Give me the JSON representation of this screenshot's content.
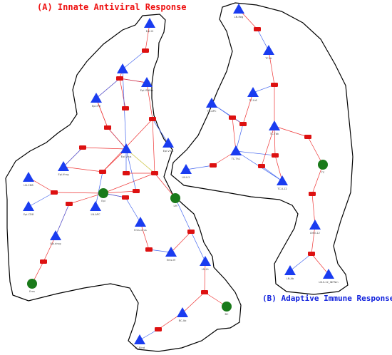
{
  "titles": {
    "innate": "(A) Innate Antiviral Response",
    "adaptive": "(B) Adaptive Immune Response"
  },
  "colors": {
    "innate_title": "#ee1111",
    "adaptive_title": "#1122dd",
    "triangle": "#1a3cf0",
    "circle": "#1a7a1a",
    "reaction": "#dd1111",
    "edge_red": "#ee3333",
    "edge_blue": "#4466ee",
    "edge_yellow": "#f2e233",
    "outline": "#000000"
  },
  "nodes": [
    {
      "id": "epi_ifr",
      "label": "Epi.Ifr",
      "shape": "triangle"
    },
    {
      "id": "epi_ifr1",
      "label": "",
      "shape": "triangle"
    },
    {
      "id": "epi_ifnr",
      "label": "Epi.IFNRm",
      "shape": "triangle"
    },
    {
      "id": "epi_ifr_l",
      "label": "Epi.IFR",
      "shape": "triangle"
    },
    {
      "id": "epi_virus",
      "label": "Epi.Vrus",
      "shape": "triangle"
    },
    {
      "id": "epi_virus2",
      "label": "Epi.Vrus",
      "shape": "triangle"
    },
    {
      "id": "epi_ifnrg",
      "label": "Epi.Ifnrg",
      "shape": "triangle"
    },
    {
      "id": "ln_cd8",
      "label": "LN.CD8",
      "shape": "triangle"
    },
    {
      "id": "epi_cd8",
      "label": "Epi.CD8",
      "shape": "triangle"
    },
    {
      "id": "epi",
      "label": "Epi",
      "shape": "circle"
    },
    {
      "id": "ln_apc",
      "label": "LN.APC",
      "shape": "triangle"
    },
    {
      "id": "lm",
      "label": "LM",
      "shape": "circle"
    },
    {
      "id": "epi_drug",
      "label": "Epi.drug",
      "shape": "triangle"
    },
    {
      "id": "ems",
      "label": "Ems",
      "shape": "circle"
    },
    {
      "id": "ems_virus",
      "label": "Ems.virus",
      "shape": "triangle"
    },
    {
      "id": "ems_ifr",
      "label": "Ems.Ifr",
      "shape": "triangle"
    },
    {
      "id": "lm_ifr",
      "label": "LM.Ifr",
      "shape": "triangle"
    },
    {
      "id": "bc",
      "label": "BC",
      "shape": "circle"
    },
    {
      "id": "bc_ab",
      "label": "BC.Ab",
      "shape": "triangle"
    },
    {
      "id": "bc_bind",
      "label": "BC.Bind",
      "shape": "triangle"
    },
    {
      "id": "ln_reg",
      "label": "LN.Reg",
      "shape": "triangle"
    },
    {
      "id": "tc_ifr",
      "label": "TC.Ifr",
      "shape": "triangle"
    },
    {
      "id": "tc_il6",
      "label": "TC.IL6",
      "shape": "triangle"
    },
    {
      "id": "tc_apc",
      "label": "TC.APC",
      "shape": "triangle"
    },
    {
      "id": "tc_tbk",
      "label": "TC.Tbk",
      "shape": "triangle"
    },
    {
      "id": "tc_th1",
      "label": "TC.Th1",
      "shape": "triangle"
    },
    {
      "id": "ln_il2",
      "label": "LN.IL2",
      "shape": "triangle"
    },
    {
      "id": "tc_il12",
      "label": "TC.IL12",
      "shape": "triangle"
    },
    {
      "id": "tc",
      "label": "TC",
      "shape": "circle"
    },
    {
      "id": "lm_il12",
      "label": "LM.IL12",
      "shape": "triangle"
    },
    {
      "id": "ln_ab",
      "label": "LN.Ab",
      "shape": "triangle"
    },
    {
      "id": "ln_il12_inf",
      "label": "LN.IL12_INFNm",
      "shape": "triangle"
    }
  ],
  "reactions": [
    {
      "id": "r1"
    },
    {
      "id": "r2"
    },
    {
      "id": "r3"
    },
    {
      "id": "r4"
    },
    {
      "id": "r5"
    },
    {
      "id": "r6"
    },
    {
      "id": "r7"
    },
    {
      "id": "r8"
    },
    {
      "id": "r9"
    },
    {
      "id": "r10"
    },
    {
      "id": "r11"
    },
    {
      "id": "r12"
    },
    {
      "id": "r13"
    },
    {
      "id": "r14"
    },
    {
      "id": "r15"
    },
    {
      "id": "r16"
    },
    {
      "id": "r17"
    },
    {
      "id": "r18"
    },
    {
      "id": "r19"
    },
    {
      "id": "r20"
    },
    {
      "id": "r21"
    },
    {
      "id": "r22"
    },
    {
      "id": "r23"
    },
    {
      "id": "r24"
    },
    {
      "id": "r25"
    },
    {
      "id": "r26"
    },
    {
      "id": "r27"
    },
    {
      "id": "r28"
    },
    {
      "id": "r29"
    }
  ],
  "edges": [
    {
      "from": "epi_ifr",
      "to": "r1",
      "color": "red"
    },
    {
      "from": "r1",
      "to": "epi_ifr1",
      "color": "blue"
    },
    {
      "from": "epi_ifr1",
      "to": "r2",
      "color": "red"
    },
    {
      "from": "r2",
      "to": "epi_ifnr",
      "color": "blue"
    },
    {
      "from": "epi_ifnr",
      "to": "r2",
      "color": "red"
    },
    {
      "from": "r2",
      "to": "r3",
      "color": "red"
    },
    {
      "from": "epi_ifr_l",
      "to": "r2",
      "color": "red"
    },
    {
      "from": "r2",
      "to": "epi_ifr_l",
      "color": "blue"
    },
    {
      "from": "epi_ifr_l",
      "to": "r4",
      "color": "red"
    },
    {
      "from": "r4",
      "to": "epi_virus",
      "color": "blue"
    },
    {
      "from": "epi_ifnr",
      "to": "r5",
      "color": "red"
    },
    {
      "from": "r5",
      "to": "epi_virus2",
      "color": "blue"
    },
    {
      "from": "epi_ifr1",
      "to": "epi_virus",
      "color": "blue"
    },
    {
      "from": "r6",
      "to": "epi_virus",
      "color": "red"
    },
    {
      "from": "epi_ifnrg",
      "to": "r6",
      "color": "red"
    },
    {
      "from": "r6",
      "to": "epi_ifnrg",
      "color": "blue"
    },
    {
      "from": "epi_virus",
      "to": "r7",
      "color": "red"
    },
    {
      "from": "r7",
      "to": "epi_ifnrg",
      "color": "red"
    },
    {
      "from": "r7",
      "to": "ln_apc",
      "color": "blue"
    },
    {
      "from": "r5",
      "to": "r7",
      "color": "red"
    },
    {
      "from": "epi_virus",
      "to": "r8",
      "color": "blue"
    },
    {
      "from": "r8",
      "to": "epi",
      "color": "red"
    },
    {
      "from": "r8",
      "to": "r5",
      "color": "red"
    },
    {
      "from": "epi_virus",
      "to": "r8",
      "color": "yellow"
    },
    {
      "from": "ln_cd8",
      "to": "r9",
      "color": "red"
    },
    {
      "from": "r9",
      "to": "epi_cd8",
      "color": "blue"
    },
    {
      "from": "epi",
      "to": "r9",
      "color": "red"
    },
    {
      "from": "epi",
      "to": "r10",
      "color": "red"
    },
    {
      "from": "r10",
      "to": "epi_virus",
      "color": "blue"
    },
    {
      "from": "epi",
      "to": "r11",
      "color": "red"
    },
    {
      "from": "r11",
      "to": "ems_virus",
      "color": "blue"
    },
    {
      "from": "r11",
      "to": "epi",
      "color": "blue"
    },
    {
      "from": "epi",
      "to": "r12",
      "color": "red"
    },
    {
      "from": "r12",
      "to": "epi_drug",
      "color": "red"
    },
    {
      "from": "epi_drug",
      "to": "r12",
      "color": "blue"
    },
    {
      "from": "ems",
      "to": "r13",
      "color": "red"
    },
    {
      "from": "r13",
      "to": "epi_drug",
      "color": "red"
    },
    {
      "from": "ems_virus",
      "to": "r14",
      "color": "red"
    },
    {
      "from": "r14",
      "to": "ems_ifr",
      "color": "blue"
    },
    {
      "from": "lm",
      "to": "r8",
      "color": "red"
    },
    {
      "from": "lm",
      "to": "r15",
      "color": "blue"
    },
    {
      "from": "r15",
      "to": "ems_ifr",
      "color": "red"
    },
    {
      "from": "lm_ifr",
      "to": "r15",
      "color": "blue"
    },
    {
      "from": "lm_ifr",
      "to": "r16",
      "color": "red"
    },
    {
      "from": "bc",
      "to": "r16",
      "color": "red"
    },
    {
      "from": "r16",
      "to": "bc_ab",
      "color": "red"
    },
    {
      "from": "bc_ab",
      "to": "r17",
      "color": "red"
    },
    {
      "from": "r17",
      "to": "bc_bind",
      "color": "blue"
    },
    {
      "from": "ln_reg",
      "to": "r18",
      "color": "red"
    },
    {
      "from": "r18",
      "to": "tc_ifr",
      "color": "blue"
    },
    {
      "from": "tc_ifr",
      "to": "r19",
      "color": "red"
    },
    {
      "from": "r19",
      "to": "tc_il6",
      "color": "blue"
    },
    {
      "from": "r19",
      "to": "tc_tbk",
      "color": "red"
    },
    {
      "from": "tc_apc",
      "to": "r20",
      "color": "blue"
    },
    {
      "from": "tc_il6",
      "to": "r21",
      "color": "red"
    },
    {
      "from": "r20",
      "to": "tc_th1",
      "color": "red"
    },
    {
      "from": "r21",
      "to": "tc_th1",
      "color": "blue"
    },
    {
      "from": "r20",
      "to": "r21",
      "color": "red"
    },
    {
      "from": "tc_th1",
      "to": "r22",
      "color": "red"
    },
    {
      "from": "r22",
      "to": "ln_il2",
      "color": "blue"
    },
    {
      "from": "tc_tbk",
      "to": "r23",
      "color": "red"
    },
    {
      "from": "r23",
      "to": "tc_th1",
      "color": "blue"
    },
    {
      "from": "tc_tbk",
      "to": "r24",
      "color": "red"
    },
    {
      "from": "r24",
      "to": "tc_il12",
      "color": "blue"
    },
    {
      "from": "r23",
      "to": "tc_il12",
      "color": "red"
    },
    {
      "from": "tc_il12",
      "to": "tc_th1",
      "color": "blue"
    },
    {
      "from": "tc",
      "to": "r25",
      "color": "red"
    },
    {
      "from": "r25",
      "to": "tc_tbk",
      "color": "red"
    },
    {
      "from": "tc",
      "to": "r26",
      "color": "red"
    },
    {
      "from": "r26",
      "to": "lm_il12",
      "color": "red"
    },
    {
      "from": "lm_il12",
      "to": "r27",
      "color": "red"
    },
    {
      "from": "r27",
      "to": "ln_ab",
      "color": "blue"
    },
    {
      "from": "ln_il12_inf",
      "to": "r27",
      "color": "red"
    },
    {
      "from": "r21",
      "to": "tc_apc",
      "color": "blue"
    },
    {
      "from": "epi_virus",
      "to": "r28",
      "color": "blue"
    },
    {
      "from": "r28",
      "to": "r8",
      "color": "red"
    },
    {
      "from": "epi_ifr_l",
      "to": "r29",
      "color": "red"
    },
    {
      "from": "r29",
      "to": "epi_virus",
      "color": "red"
    }
  ]
}
